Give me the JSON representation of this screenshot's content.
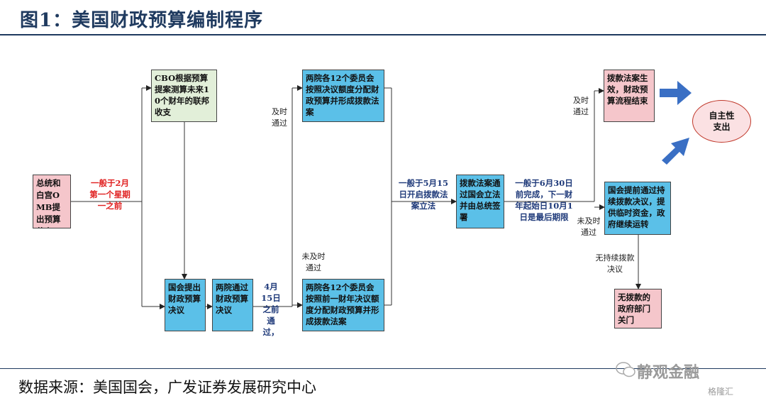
{
  "title": "图1：美国财政预算编制程序",
  "source": "数据来源：美国国会，广发证券发展研究中心",
  "watermark": {
    "brand": "静观金融",
    "site": "格隆汇"
  },
  "nodes": {
    "president": "总统和白宫OMB提出预算草案",
    "cbo": "CBO根据预算提案测算未来10个财年的联邦收支",
    "congress_resolution": "国会提出财政预算决议",
    "two_houses_pass": "两院通过财政预算决议",
    "committees_ontime": "两院各12个委员会按照决议额度分配财政预算并形成拨款法案",
    "committees_late": "两院各12个委员会按照前一财年决议额度分配财政预算并形成拨款法案",
    "appropriation_signed": "拨款法案通过国会立法并由总统签署",
    "effective": "拨款法案生效，财政预算流程结束",
    "continuing": "国会提前通过持续拨款决议，提供临时资金，政府继续运转",
    "shutdown": "无拨款的政府部门关门",
    "mandatory": "自主性支出"
  },
  "labels": {
    "first_week_feb": "一般于2月第一个星期一之前",
    "apr15": "4月15日之前通过，",
    "may15": "一般于5月15日开启拨款法案立法",
    "jun30": "一般于6月30日前完成，下一财年起始日10月1日是最后期限",
    "ontime_1": "及时通过",
    "late_1": "未及时通过",
    "ontime_2": "及时通过",
    "late_2": "未及时通过",
    "no_continuing": "无持续拨款决议"
  },
  "colors": {
    "pink": "#f5c6cb",
    "green": "#e2efd9",
    "blue": "#5bc0e8",
    "arrow_blue": "#3a6fc4",
    "title": "#1f3a5f",
    "red_label": "#e02020",
    "blue_label": "#1f3a7a"
  }
}
